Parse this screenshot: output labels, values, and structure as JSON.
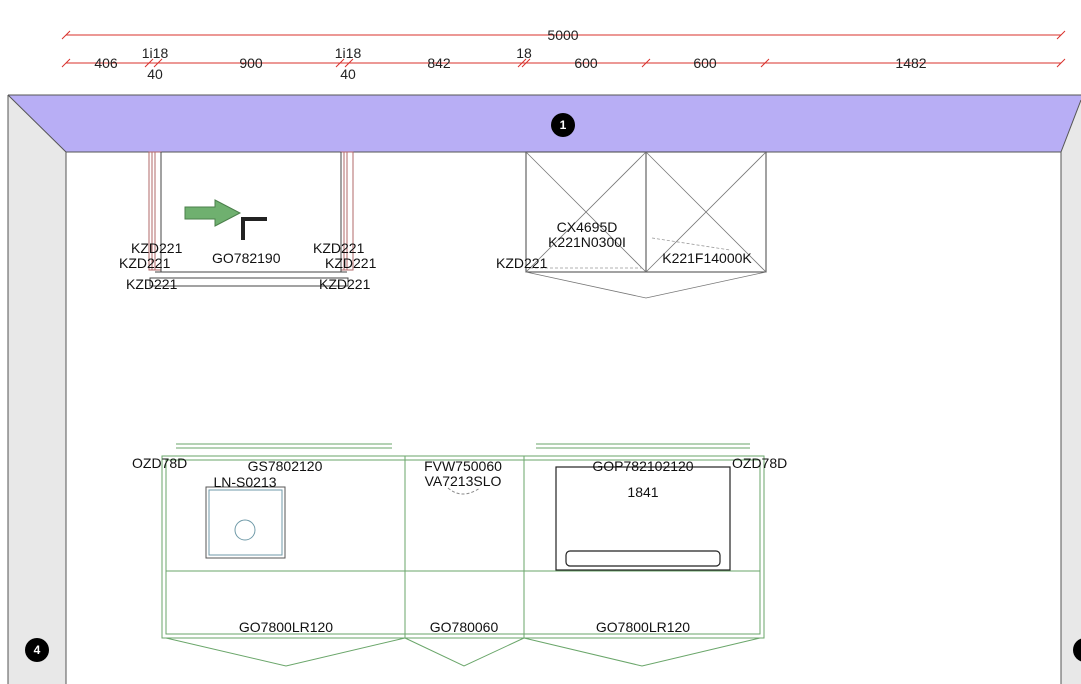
{
  "colors": {
    "dimension_line": "#d8302b",
    "wall_band": "#b8aef5",
    "wall_side": "#e8e8e8",
    "unit_line": "#6aa66a",
    "cabinet_line": "#444444",
    "arrow_fill": "#6fb06f",
    "marker": "#000000"
  },
  "dimensions": {
    "total": "5000",
    "segments": [
      "406",
      "1i18",
      "40",
      "900",
      "1i18",
      "40",
      "842",
      "18",
      "600",
      "600",
      "1482"
    ]
  },
  "walls": {
    "markers": [
      "1",
      "4"
    ]
  },
  "upper": {
    "labels": {
      "kzd_1": "KZD221",
      "kzd_2": "KZD221",
      "kzd_3": "KZD221",
      "kzd_4": "KZD221",
      "kzd_5": "KZD221",
      "kzd_6": "KZD221",
      "kzd_7": "KZD221",
      "go_shelf": "GO782190",
      "cx": "CX4695D",
      "k221_left": "K221N0300I",
      "k221_right": "K221F14000K"
    },
    "icons": [
      "arrow-right-icon",
      "corner-bracket-icon"
    ]
  },
  "lower": {
    "labels": {
      "ozd_left": "OZD78D",
      "ozd_right": "OZD78D",
      "gs": "GS7802120",
      "ln": "LN-S0213",
      "fvw": "FVW750060",
      "va": "VA7213SLO",
      "gop": "GOP782102120",
      "hob": "1841",
      "base_left": "GO7800LR120",
      "base_mid": "GO780060",
      "base_right": "GO7800LR120"
    }
  }
}
